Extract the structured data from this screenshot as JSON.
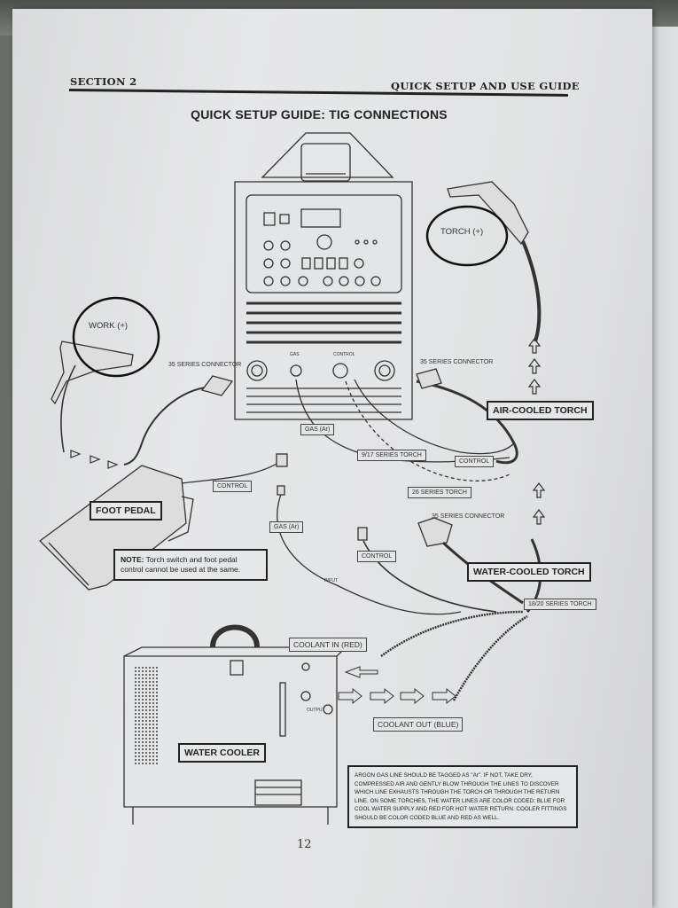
{
  "header": {
    "section": "SECTION 2",
    "guide": "QUICK SETUP AND USE GUIDE"
  },
  "title": "QUICK SETUP GUIDE: TIG CONNECTIONS",
  "panel_labels": {
    "gas": "GAS",
    "control": "CONTROL"
  },
  "connector_left": "35 SERIES CONNECTOR",
  "connector_right": "35 SERIES CONNECTOR",
  "connector_water": "35 SERIES CONNECTOR",
  "handwritten": {
    "torch": "TORCH (+)",
    "work": "WORK (+)"
  },
  "labels": {
    "air_cooled_torch": "AIR-COOLED TORCH",
    "foot_pedal": "FOOT PEDAL",
    "water_cooled_torch": "WATER-COOLED TORCH",
    "water_cooler": "WATER COOLER",
    "gas_ar_1": "GAS (Ar)",
    "gas_ar_2": "GAS (Ar)",
    "series_917": "9/17 SERIES TORCH",
    "control_1": "CONTROL",
    "control_2": "CONTROL",
    "control_3": "CONTROL",
    "series_26": "26 SERIES TORCH",
    "series_1820": "18/20 SERIES TORCH",
    "coolant_in": "COOLANT IN (RED)",
    "coolant_out": "COOLANT OUT (BLUE)",
    "cooler_input": "INPUT",
    "cooler_output": "OUTPUT"
  },
  "note": {
    "prefix": "NOTE:",
    "text": "Torch switch and foot pedal control cannot be used at the same."
  },
  "argon_note": "ARGON GAS LINE SHOULD BE TAGGED AS \"Ar\". IF NOT, TAKE DRY, COMPRESSED AIR AND GENTLY BLOW THROUGH THE LINES TO DISCOVER WHICH LINE EXHAUSTS THROUGH THE TORCH OR THROUGH THE RETURN LINE. ON SOME TORCHES, THE WATER LINES ARE COLOR CODED: BLUE FOR COOL WATER SUPPLY AND RED FOR HOT WATER RETURN. COOLER FITTINGS SHOULD BE COLOR CODED BLUE AND RED AS WELL.",
  "page_number": "12"
}
